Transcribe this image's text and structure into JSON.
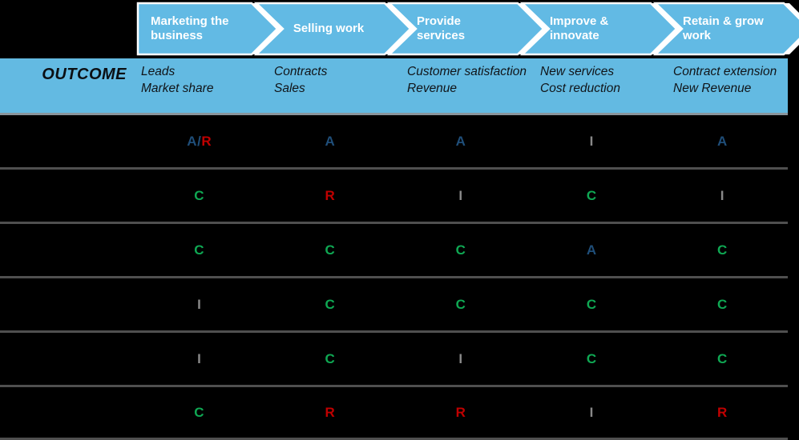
{
  "title_row": {
    "outcome_label": "OUTCOME"
  },
  "stages": [
    {
      "label": "Marketing the business",
      "outcomes": [
        "Leads",
        "Market share"
      ]
    },
    {
      "label": "Selling work",
      "outcomes": [
        "Contracts",
        "Sales"
      ]
    },
    {
      "label": "Provide services",
      "outcomes": [
        "Customer satisfaction",
        "Revenue"
      ]
    },
    {
      "label": "Improve & innovate",
      "outcomes": [
        "New services",
        "Cost reduction"
      ]
    },
    {
      "label": "Retain & grow work",
      "outcomes": [
        "Contract extension",
        "New Revenue"
      ]
    }
  ],
  "raci_matrix": {
    "rows": [
      {
        "cells": [
          "A/R",
          "A",
          "A",
          "I",
          "A"
        ]
      },
      {
        "cells": [
          "C",
          "R",
          "I",
          "C",
          "I"
        ]
      },
      {
        "cells": [
          "C",
          "C",
          "C",
          "A",
          "C"
        ]
      },
      {
        "cells": [
          "I",
          "C",
          "C",
          "C",
          "C"
        ]
      },
      {
        "cells": [
          "I",
          "C",
          "I",
          "C",
          "C"
        ]
      },
      {
        "cells": [
          "C",
          "R",
          "R",
          "I",
          "R"
        ]
      }
    ]
  },
  "colors": {
    "arrow_blue": "#62BAE4",
    "band_blue": "#63BAE2",
    "arrow_text": "#FFFFFF",
    "letter_A": "#1F4E79",
    "letter_R": "#C00000",
    "letter_C": "#0FA853",
    "letter_I": "#898989",
    "divider_gray": "#4F4F4F",
    "band_shadow": "#8A959C",
    "background": "#000000"
  }
}
